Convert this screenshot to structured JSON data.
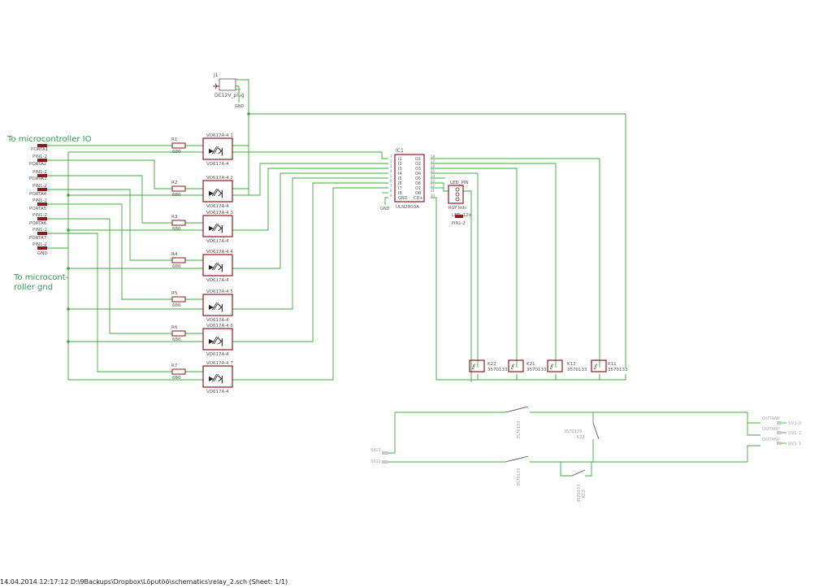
{
  "colors": {
    "wire": "#3aa83a",
    "part": "#8b1a1a",
    "text": "#555555",
    "note": "#2e9a4e",
    "faint": "#b8b8b8",
    "footer": "#222222"
  },
  "notes": {
    "io": "To microcontroller IO",
    "gnd_1": "To microcont-",
    "gnd_2": "roller gnd"
  },
  "footer": "14.04.2014 12:17:12  D:\\9Backups\\Dropbox\\Lõputöö\\schematics\\relay_2.sch (Sheet: 1/1)",
  "jack": {
    "ref": "J1",
    "value": "DC12V_plug",
    "gnd": "GND"
  },
  "ports": {
    "names": [
      "PORTA1",
      "PORTA2",
      "PORTA3",
      "PORTA4",
      "PORTA5",
      "PORTA6",
      "PORTA7",
      "GND"
    ],
    "pin_label": "PIN1-2"
  },
  "resistors": [
    {
      "ref": "R1",
      "value": "680"
    },
    {
      "ref": "R2",
      "value": "680"
    },
    {
      "ref": "R3",
      "value": "680"
    },
    {
      "ref": "R4",
      "value": "680"
    },
    {
      "ref": "R5",
      "value": "680"
    },
    {
      "ref": "R6",
      "value": "680"
    },
    {
      "ref": "R7",
      "value": "680"
    }
  ],
  "optos": [
    {
      "top": "VO617A-4  1",
      "bottom": "VO617A-4"
    },
    {
      "top": "VO617A-4  2",
      "bottom": "VO617A-4"
    },
    {
      "top": "VO617A-4  3",
      "bottom": "VO617A-4"
    },
    {
      "top": "VO617A-4  4",
      "bottom": "VO617A-4"
    },
    {
      "top": "VO617A-4  5",
      "bottom": "VO617A-4"
    },
    {
      "top": "VO617A-4  6",
      "bottom": "VO617A-4"
    },
    {
      "top": "VO617A-4  7",
      "bottom": "VO617A-4"
    }
  ],
  "ic": {
    "ref": "IC1",
    "value": "ULN2803A",
    "left_pins": [
      "I1",
      "I2",
      "I3",
      "I4",
      "I5",
      "I6",
      "I7",
      "I8",
      "GND"
    ],
    "right_pins": [
      "O1",
      "O2",
      "O3",
      "O4",
      "O5",
      "O6",
      "O7",
      "O8",
      "CD+"
    ],
    "left_nums": [
      "1",
      "2",
      "3",
      "4",
      "5",
      "6",
      "7",
      "8",
      "9"
    ],
    "right_nums": [
      "18",
      "17",
      "16",
      "15",
      "14",
      "13",
      "12",
      "11",
      "10"
    ],
    "gnd": "GND"
  },
  "led": {
    "label": "LED_PIN",
    "value": "RGY leds",
    "led12v": "LED_12V",
    "pin": "PIN1-2"
  },
  "relays": [
    {
      "ref": "K22",
      "value": "3570133"
    },
    {
      "ref": "K21",
      "value": "3570133"
    },
    {
      "ref": "K12",
      "value": "3570133"
    },
    {
      "ref": "K11",
      "value": "3570133"
    }
  ],
  "contacts": {
    "sw_a": "3570133",
    "sw_b": "3570133",
    "k22_label": "3570133",
    "k22_ref": "K22",
    "k12_label": "3570133",
    "k12_ref": "K12",
    "sig1": "SIG1",
    "sig2": "SIG2",
    "out_labels": [
      "OUTAN?",
      "OUTAN?",
      "OUTAN?"
    ],
    "out_pins": [
      "SV1-3",
      "SV1-2",
      "SV1-1"
    ]
  }
}
